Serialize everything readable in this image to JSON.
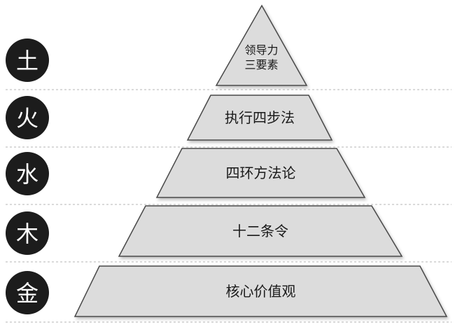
{
  "colors": {
    "tier_fill": "#dcdcdc",
    "tier_stroke": "#4a4a4a",
    "circle_fill": "#1c1c1c",
    "circle_text": "#ffffff",
    "divider": "#b5b5b5"
  },
  "levels": [
    {
      "element": "土",
      "label_lines": [
        "领导力",
        "三要素"
      ]
    },
    {
      "element": "火",
      "label_lines": [
        "执行四步法"
      ]
    },
    {
      "element": "水",
      "label_lines": [
        "四环方法论"
      ]
    },
    {
      "element": "木",
      "label_lines": [
        "十二条令"
      ]
    },
    {
      "element": "金",
      "label_lines": [
        "核心价值观"
      ]
    }
  ]
}
